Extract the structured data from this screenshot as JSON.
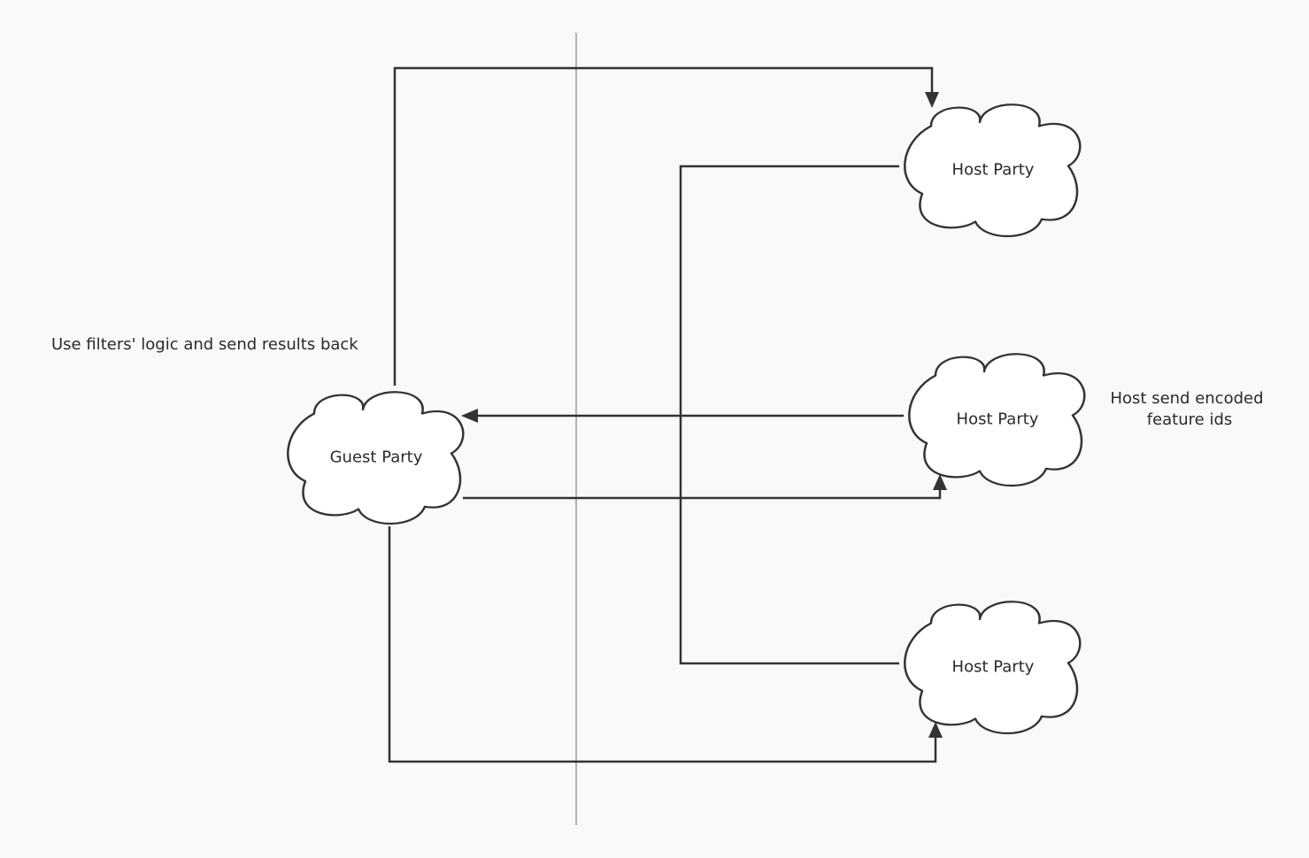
{
  "nodes": {
    "host_top": {
      "label": "Host Party"
    },
    "host_middle": {
      "label": "Host Party"
    },
    "host_bottom": {
      "label": "Host Party"
    },
    "guest": {
      "label": "Guest Party"
    }
  },
  "annotations": {
    "guest_note": "Use filters' logic and send results back",
    "host_note_line1": "Host send encoded",
    "host_note_line2": "feature ids"
  },
  "colors": {
    "stroke": "#333333",
    "divider": "#999999",
    "fill": "#ffffff",
    "background": "#f9f9f9"
  }
}
